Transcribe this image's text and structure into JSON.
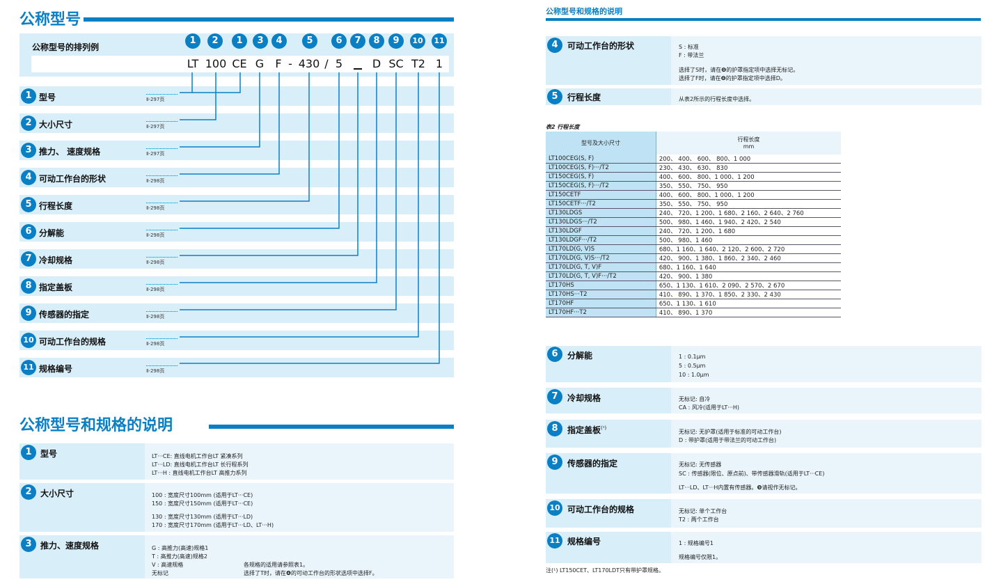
{
  "left": {
    "title1": "公称型号",
    "example_label": "公称型号的排列例",
    "code_parts": [
      "LT",
      "100",
      "CE",
      "G",
      "F",
      "-",
      "430",
      "/",
      "5",
      "D",
      "SC",
      "T2",
      "1"
    ],
    "code_numbers": [
      "1",
      "2",
      "1",
      "3",
      "4",
      "5",
      "6",
      "7",
      "8",
      "9",
      "10",
      "11"
    ],
    "rows": [
      {
        "num": "1",
        "label": "型号",
        "ref": "Ⅱ-297页"
      },
      {
        "num": "2",
        "label": "大小尺寸",
        "ref": "Ⅱ-297页"
      },
      {
        "num": "3",
        "label": "推力、 速度规格",
        "ref": "Ⅱ-297页"
      },
      {
        "num": "4",
        "label": "可动工作台的形状",
        "ref": "Ⅱ-298页"
      },
      {
        "num": "5",
        "label": "行程长度",
        "ref": "Ⅱ-298页"
      },
      {
        "num": "6",
        "label": "分解能",
        "ref": "Ⅱ-298页"
      },
      {
        "num": "7",
        "label": "冷却规格",
        "ref": "Ⅱ-298页"
      },
      {
        "num": "8",
        "label": "指定盖板",
        "ref": "Ⅱ-298页"
      },
      {
        "num": "9",
        "label": "传感器的指定",
        "ref": "Ⅱ-298页"
      },
      {
        "num": "10",
        "label": "可动工作台的规格",
        "ref": "Ⅱ-298页"
      },
      {
        "num": "11",
        "label": "规格编号",
        "ref": "Ⅱ-298页"
      }
    ],
    "title2": "公称型号和规格的说明",
    "desc": [
      {
        "num": "1",
        "label": "型号",
        "lines": [
          "LT···CE: 直线电机工作台LT 紧凑系列",
          "LT···LD: 直线电机工作台LT 长行程系列",
          "LT···H  : 直线电机工作台LT 高推力系列"
        ]
      },
      {
        "num": "2",
        "label": "大小尺寸",
        "lines": [
          "100 : 宽度尺寸100mm (适用于LT···CE)",
          "150 : 宽度尺寸150mm (适用于LT···CE)",
          "130 : 宽度尺寸130mm (适用于LT···LD)",
          "170 : 宽度尺寸170mm (适用于LT···LD、LT···H)"
        ]
      },
      {
        "num": "3",
        "label": "推力、速度规格",
        "lines": [
          "G     : 高推力(高速)规格1",
          "T     : 高推力(高速)规格2",
          "V     : 高速规格",
          "无标记"
        ],
        "note1": "各规格的适用请参照表1。",
        "note2": "选择了T时，请在❹的可动工作台的形状选项中选择F。"
      }
    ]
  },
  "right": {
    "header": "公称型号和规格的说明",
    "s4": {
      "num": "4",
      "label": "可动工作台的形状",
      "lines": [
        "S : 标准",
        "F : 带法兰"
      ],
      "notes": [
        "选择了S时，请在❽的护罩指定项中选择无标记。",
        "选择了F时，请在❽的护罩指定项中选择D。"
      ]
    },
    "s5": {
      "num": "5",
      "label": "行程长度",
      "text": "从表2所示的行程长度中选择。"
    },
    "table_title": "表2 行程长度",
    "table_head1": "型号及大小尺寸",
    "table_head2": "行程长度",
    "table_head2_unit": "mm",
    "table_rows": [
      [
        "LT100CEG(S, F)",
        "200、 400、 600、 800、1 000"
      ],
      [
        "LT100CEG(S, F)···/T2",
        "230、 430、 630、 830"
      ],
      [
        "LT150CEG(S, F)",
        "400、 600、 800、1 000、1 200"
      ],
      [
        "LT150CEG(S, F)···/T2",
        "350、 550、 750、 950"
      ],
      [
        "LT150CETF",
        "400、 600、 800、1 000、1 200"
      ],
      [
        "LT150CETF···/T2",
        "350、 550、 750、 950"
      ],
      [
        "LT130LDGS",
        "240、 720、1 200、1 680、2 160、2 640、2 760"
      ],
      [
        "LT130LDGS···/T2",
        "500、 980、1 460、1 940、2 420、2 540"
      ],
      [
        "LT130LDGF",
        "240、 720、1 200、1 680"
      ],
      [
        "LT130LDGF···/T2",
        "500、 980、1 460"
      ],
      [
        "LT170LD(G, V)S",
        "680、1 160、1 640、2 120、2 600、2 720"
      ],
      [
        "LT170LD(G, V)S···/T2",
        "420、 900、1 380、1 860、2 340、2 460"
      ],
      [
        "LT170LD(G, T, V)F",
        "680、1 160、1 640"
      ],
      [
        "LT170LD(G, T, V)F···/T2",
        "420、 900、1 380"
      ],
      [
        "LT170HS",
        "650、1 130、1 610、2 090、2 570、2 670"
      ],
      [
        "LT170HS···T2",
        "410、 890、1 370、1 850、2 330、2 430"
      ],
      [
        "LT170HF",
        "650、1 130、1 610"
      ],
      [
        "LT170HF···T2",
        "410、 890、1 370"
      ]
    ],
    "s6": {
      "num": "6",
      "label": "分解能",
      "lines": [
        " 1 : 0.1μm",
        " 5 : 0.5μm",
        "10 : 1.0μm"
      ]
    },
    "s7": {
      "num": "7",
      "label": "冷却规格",
      "lines": [
        "无标记: 自冷",
        "CA    : 风冷(适用于LT···H)"
      ]
    },
    "s8": {
      "num": "8",
      "label": "指定盖板",
      "sup": "(¹)",
      "lines": [
        "无标记: 无护罩(适用于标准的可动工作台)",
        "D       : 带护罩(适用于带法兰的可动工作台)"
      ]
    },
    "s9": {
      "num": "9",
      "label": "传感器的指定",
      "lines": [
        "无标记: 无传感器",
        "SC     : 传感器(限位、原点前)、带传感器滑轨(适用于LT···CE)",
        "LT···LD、LT···H内置有传感器。❾请视作无标记。"
      ]
    },
    "s10": {
      "num": "10",
      "label": "可动工作台的规格",
      "lines": [
        "无标记: 单个工作台",
        "T2     : 两个工作台"
      ]
    },
    "s11": {
      "num": "11",
      "label": "规格编号",
      "lines": [
        "1       : 规格编号1",
        "规格编号仅限1。"
      ]
    },
    "footnote": "注(¹)  LT150CET、LT170LDT只有带护罩规格。"
  }
}
